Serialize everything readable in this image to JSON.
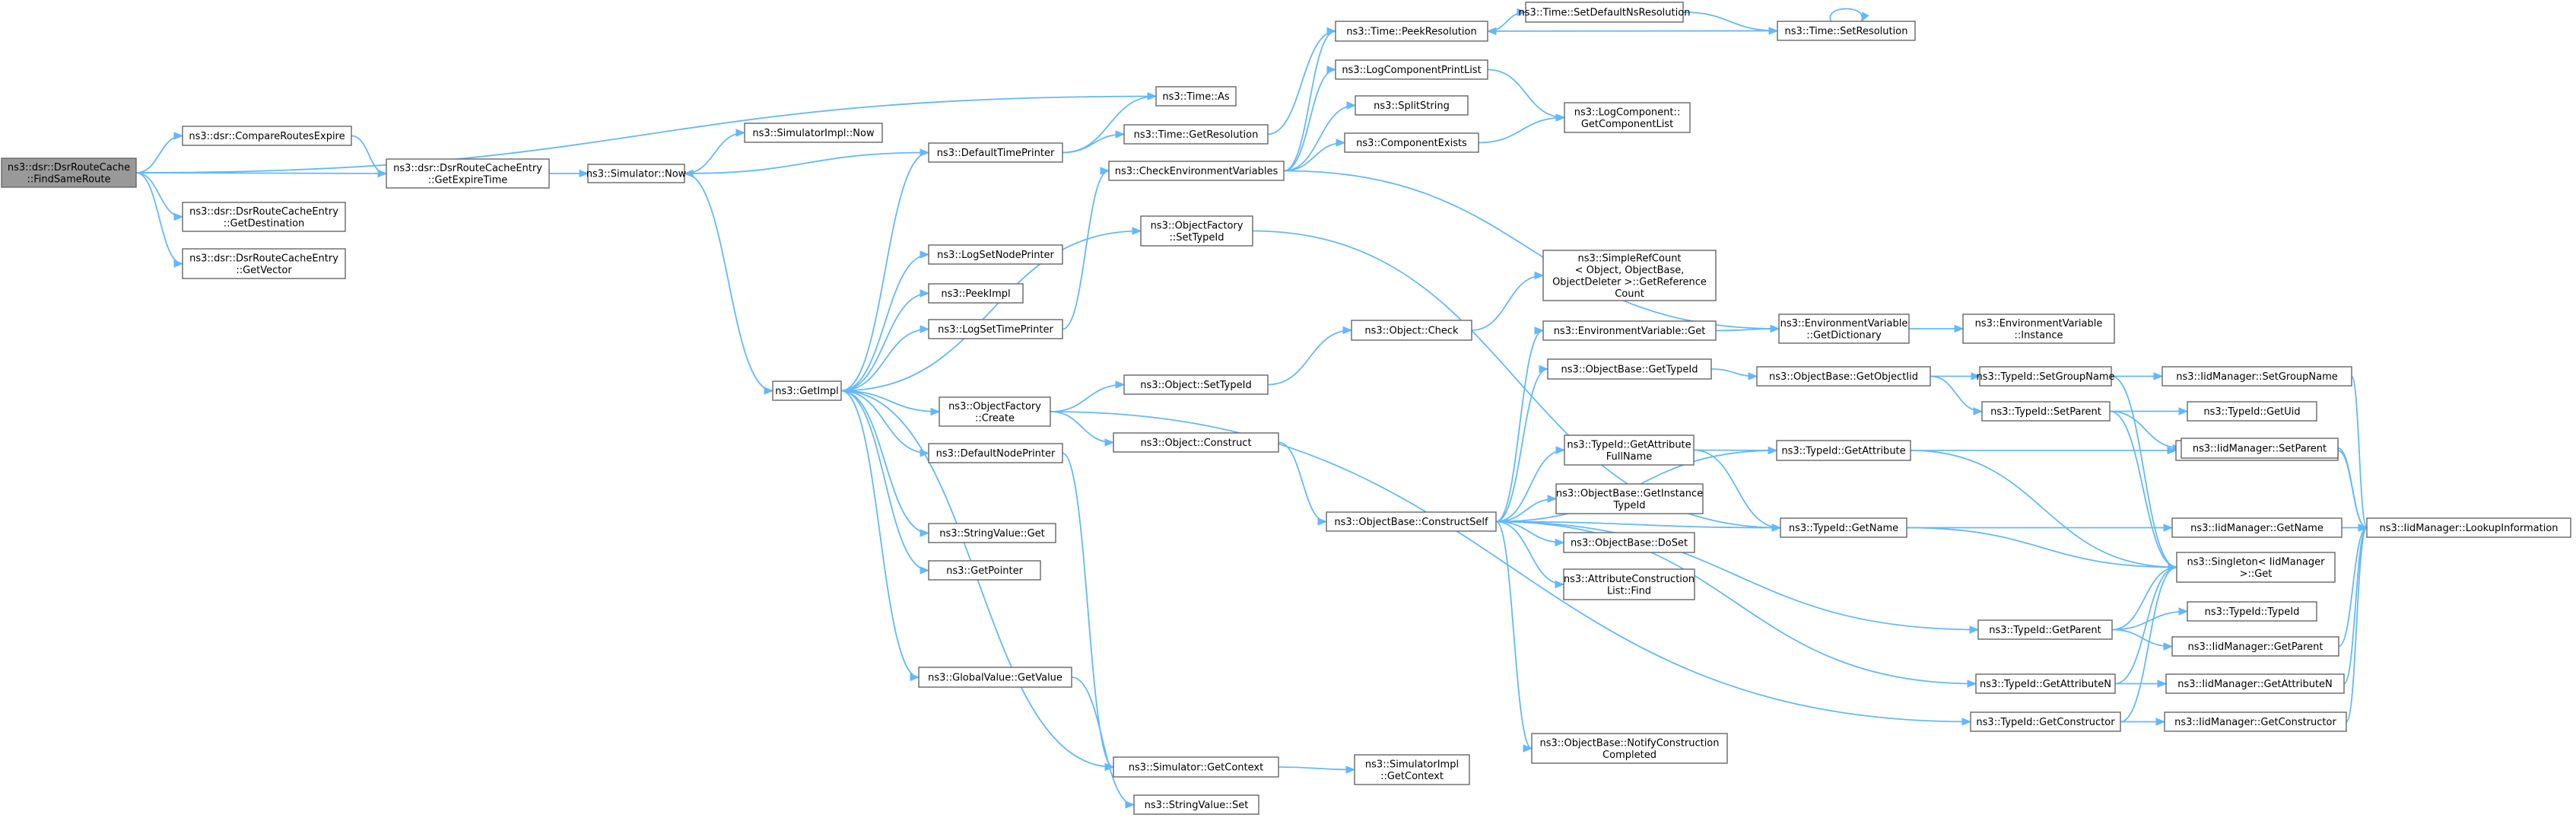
{
  "nodes": [
    {
      "id": "root",
      "lines": [
        "ns3::dsr::DsrRouteCache",
        "::FindSameRoute"
      ],
      "root": true
    },
    {
      "id": "timeAs",
      "lines": [
        "ns3::Time::As"
      ]
    },
    {
      "id": "compareRoutes",
      "lines": [
        "ns3::dsr::CompareRoutesExpire"
      ]
    },
    {
      "id": "getExpireTime",
      "lines": [
        "ns3::dsr::DsrRouteCacheEntry",
        "::GetExpireTime"
      ]
    },
    {
      "id": "getDestination",
      "lines": [
        "ns3::dsr::DsrRouteCacheEntry",
        "::GetDestination"
      ]
    },
    {
      "id": "getVector",
      "lines": [
        "ns3::dsr::DsrRouteCacheEntry",
        "::GetVector"
      ]
    },
    {
      "id": "simNow",
      "lines": [
        "ns3::Simulator::Now"
      ]
    },
    {
      "id": "simImplNow",
      "lines": [
        "ns3::SimulatorImpl::Now"
      ]
    },
    {
      "id": "getImpl",
      "lines": [
        "ns3::GetImpl"
      ]
    },
    {
      "id": "defaultTimePrinter",
      "lines": [
        "ns3::DefaultTimePrinter"
      ]
    },
    {
      "id": "logSetNodePrinter",
      "lines": [
        "ns3::LogSetNodePrinter"
      ]
    },
    {
      "id": "peekImpl",
      "lines": [
        "ns3::PeekImpl"
      ]
    },
    {
      "id": "logSetTimePrinter",
      "lines": [
        "ns3::LogSetTimePrinter"
      ]
    },
    {
      "id": "objFactoryCreate",
      "lines": [
        "ns3::ObjectFactory",
        "::Create"
      ]
    },
    {
      "id": "defaultNodePrinter",
      "lines": [
        "ns3::DefaultNodePrinter"
      ]
    },
    {
      "id": "stringValueGet",
      "lines": [
        "ns3::StringValue::Get"
      ]
    },
    {
      "id": "getPointer",
      "lines": [
        "ns3::GetPointer"
      ]
    },
    {
      "id": "globalValueGetValue",
      "lines": [
        "ns3::GlobalValue::GetValue"
      ]
    },
    {
      "id": "timeGetResolution",
      "lines": [
        "ns3::Time::GetResolution"
      ]
    },
    {
      "id": "checkEnvVars",
      "lines": [
        "ns3::CheckEnvironmentVariables"
      ]
    },
    {
      "id": "objFactorySetTypeId",
      "lines": [
        "ns3::ObjectFactory",
        "::SetTypeId"
      ]
    },
    {
      "id": "objectSetTypeId",
      "lines": [
        "ns3::Object::SetTypeId"
      ]
    },
    {
      "id": "objectConstruct",
      "lines": [
        "ns3::Object::Construct"
      ]
    },
    {
      "id": "simGetContext",
      "lines": [
        "ns3::Simulator::GetContext"
      ]
    },
    {
      "id": "stringValueSet",
      "lines": [
        "ns3::StringValue::Set"
      ]
    },
    {
      "id": "timePeekResolution",
      "lines": [
        "ns3::Time::PeekResolution"
      ]
    },
    {
      "id": "logComponentPrintList",
      "lines": [
        "ns3::LogComponentPrintList"
      ]
    },
    {
      "id": "splitString",
      "lines": [
        "ns3::SplitString"
      ]
    },
    {
      "id": "componentExists",
      "lines": [
        "ns3::ComponentExists"
      ]
    },
    {
      "id": "objectCheck",
      "lines": [
        "ns3::Object::Check"
      ]
    },
    {
      "id": "objBaseConstructSelf",
      "lines": [
        "ns3::ObjectBase::ConstructSelf"
      ]
    },
    {
      "id": "simImplGetContext",
      "lines": [
        "ns3::SimulatorImpl",
        "::GetContext"
      ]
    },
    {
      "id": "timeSetDefaultNsRes",
      "lines": [
        "ns3::Time::SetDefaultNsResolution"
      ]
    },
    {
      "id": "timeSetResolution",
      "lines": [
        "ns3::Time::SetResolution"
      ]
    },
    {
      "id": "logCompGetList",
      "lines": [
        "ns3::LogComponent::",
        "GetComponentList"
      ]
    },
    {
      "id": "simpleRefCount",
      "lines": [
        "ns3::SimpleRefCount",
        "< Object, ObjectBase,",
        "ObjectDeleter >::GetReference",
        "Count"
      ]
    },
    {
      "id": "envVarGet",
      "lines": [
        "ns3::EnvironmentVariable::Get"
      ]
    },
    {
      "id": "objBaseGetTypeId",
      "lines": [
        "ns3::ObjectBase::GetTypeId"
      ]
    },
    {
      "id": "typeIdGetAttrFullName",
      "lines": [
        "ns3::TypeId::GetAttribute",
        "FullName"
      ]
    },
    {
      "id": "objBaseGetInstanceTypeId",
      "lines": [
        "ns3::ObjectBase::GetInstance",
        "TypeId"
      ]
    },
    {
      "id": "objBaseDoSet",
      "lines": [
        "ns3::ObjectBase::DoSet"
      ]
    },
    {
      "id": "attrConstructionListFind",
      "lines": [
        "ns3::AttributeConstruction",
        "List::Find"
      ]
    },
    {
      "id": "objBaseNotifyConstruction",
      "lines": [
        "ns3::ObjectBase::NotifyConstruction",
        "Completed"
      ]
    },
    {
      "id": "envVarGetDictionary",
      "lines": [
        "ns3::EnvironmentVariable",
        "::GetDictionary"
      ]
    },
    {
      "id": "envVarInstance",
      "lines": [
        "ns3::EnvironmentVariable",
        "::Instance"
      ]
    },
    {
      "id": "objBaseGetObjectIid",
      "lines": [
        "ns3::ObjectBase::GetObjectIid"
      ]
    },
    {
      "id": "typeIdGetAttribute",
      "lines": [
        "ns3::TypeId::GetAttribute"
      ]
    },
    {
      "id": "typeIdGetName",
      "lines": [
        "ns3::TypeId::GetName"
      ]
    },
    {
      "id": "typeIdGetParent",
      "lines": [
        "ns3::TypeId::GetParent"
      ]
    },
    {
      "id": "typeIdGetAttributeN",
      "lines": [
        "ns3::TypeId::GetAttributeN"
      ]
    },
    {
      "id": "typeIdGetConstructor",
      "lines": [
        "ns3::TypeId::GetConstructor"
      ]
    },
    {
      "id": "typeIdSetGroupName",
      "lines": [
        "ns3::TypeId::SetGroupName"
      ]
    },
    {
      "id": "typeIdSetParent",
      "lines": [
        "ns3::TypeId::SetParent"
      ]
    },
    {
      "id": "iidMgrGetAttribute",
      "lines": [
        "ns3::IidManager::GetAttribute"
      ]
    },
    {
      "id": "iidMgrGetName",
      "lines": [
        "ns3::IidManager::GetName"
      ]
    },
    {
      "id": "iidMgrSetGroupName",
      "lines": [
        "ns3::IidManager::SetGroupName"
      ]
    },
    {
      "id": "typeIdGetUid",
      "lines": [
        "ns3::TypeId::GetUid"
      ]
    },
    {
      "id": "iidMgrSetParent",
      "lines": [
        "ns3::IidManager::SetParent"
      ]
    },
    {
      "id": "singletonGet",
      "lines": [
        "ns3::Singleton< IidManager",
        " >::Get"
      ]
    },
    {
      "id": "typeIdTypeId",
      "lines": [
        "ns3::TypeId::TypeId"
      ]
    },
    {
      "id": "iidMgrGetParent",
      "lines": [
        "ns3::IidManager::GetParent"
      ]
    },
    {
      "id": "iidMgrGetAttributeN",
      "lines": [
        "ns3::IidManager::GetAttributeN"
      ]
    },
    {
      "id": "iidMgrGetConstructor",
      "lines": [
        "ns3::IidManager::GetConstructor"
      ]
    },
    {
      "id": "iidMgrLookupInfo",
      "lines": [
        "ns3::IidManager::LookupInformation"
      ]
    }
  ],
  "edges": [
    [
      "root",
      "timeAs"
    ],
    [
      "root",
      "compareRoutes"
    ],
    [
      "root",
      "getExpireTime"
    ],
    [
      "root",
      "getDestination"
    ],
    [
      "root",
      "getVector"
    ],
    [
      "compareRoutes",
      "getExpireTime"
    ],
    [
      "getExpireTime",
      "simNow"
    ],
    [
      "simNow",
      "simImplNow"
    ],
    [
      "simNow",
      "getImpl"
    ],
    [
      "defaultTimePrinter",
      "simNow"
    ],
    [
      "getImpl",
      "defaultTimePrinter"
    ],
    [
      "getImpl",
      "logSetNodePrinter"
    ],
    [
      "getImpl",
      "peekImpl"
    ],
    [
      "getImpl",
      "logSetTimePrinter"
    ],
    [
      "getImpl",
      "objFactoryCreate"
    ],
    [
      "getImpl",
      "defaultNodePrinter"
    ],
    [
      "getImpl",
      "stringValueGet"
    ],
    [
      "getImpl",
      "getPointer"
    ],
    [
      "getImpl",
      "globalValueGetValue"
    ],
    [
      "getImpl",
      "objFactorySetTypeId"
    ],
    [
      "getImpl",
      "simGetContext"
    ],
    [
      "defaultTimePrinter",
      "timeAs"
    ],
    [
      "defaultTimePrinter",
      "timeGetResolution"
    ],
    [
      "logSetTimePrinter",
      "checkEnvVars"
    ],
    [
      "objFactoryCreate",
      "objectSetTypeId"
    ],
    [
      "objFactoryCreate",
      "objectConstruct"
    ],
    [
      "objFactoryCreate",
      "typeIdGetConstructor"
    ],
    [
      "defaultNodePrinter",
      "simGetContext"
    ],
    [
      "globalValueGetValue",
      "stringValueSet"
    ],
    [
      "timeGetResolution",
      "timePeekResolution"
    ],
    [
      "checkEnvVars",
      "logComponentPrintList"
    ],
    [
      "checkEnvVars",
      "splitString"
    ],
    [
      "checkEnvVars",
      "componentExists"
    ],
    [
      "checkEnvVars",
      "timePeekResolution"
    ],
    [
      "checkEnvVars",
      "envVarGetDictionary"
    ],
    [
      "objFactorySetTypeId",
      "typeIdGetName"
    ],
    [
      "objectSetTypeId",
      "objectCheck"
    ],
    [
      "objectConstruct",
      "objBaseConstructSelf"
    ],
    [
      "simGetContext",
      "simImplGetContext"
    ],
    [
      "timePeekResolution",
      "timeSetDefaultNsRes"
    ],
    [
      "timeSetDefaultNsRes",
      "timeSetResolution"
    ],
    [
      "timeSetResolution",
      "timePeekResolution"
    ],
    [
      "timeSetResolution",
      "timeSetResolution"
    ],
    [
      "logComponentPrintList",
      "logCompGetList"
    ],
    [
      "componentExists",
      "logCompGetList"
    ],
    [
      "objectCheck",
      "simpleRefCount"
    ],
    [
      "objBaseConstructSelf",
      "envVarGet"
    ],
    [
      "objBaseConstructSelf",
      "objBaseGetTypeId"
    ],
    [
      "objBaseConstructSelf",
      "typeIdGetAttrFullName"
    ],
    [
      "objBaseConstructSelf",
      "objBaseGetInstanceTypeId"
    ],
    [
      "objBaseConstructSelf",
      "objBaseDoSet"
    ],
    [
      "objBaseConstructSelf",
      "attrConstructionListFind"
    ],
    [
      "objBaseConstructSelf",
      "objBaseNotifyConstruction"
    ],
    [
      "objBaseConstructSelf",
      "typeIdGetAttribute"
    ],
    [
      "objBaseConstructSelf",
      "typeIdGetName"
    ],
    [
      "objBaseConstructSelf",
      "typeIdGetParent"
    ],
    [
      "objBaseConstructSelf",
      "typeIdGetAttributeN"
    ],
    [
      "envVarGet",
      "envVarGetDictionary"
    ],
    [
      "envVarGetDictionary",
      "envVarInstance"
    ],
    [
      "objBaseGetTypeId",
      "objBaseGetObjectIid"
    ],
    [
      "typeIdGetAttrFullName",
      "typeIdGetAttribute"
    ],
    [
      "typeIdGetAttrFullName",
      "typeIdGetName"
    ],
    [
      "objBaseGetObjectIid",
      "typeIdSetGroupName"
    ],
    [
      "objBaseGetObjectIid",
      "typeIdSetParent"
    ],
    [
      "typeIdGetAttribute",
      "iidMgrGetAttribute"
    ],
    [
      "typeIdGetAttribute",
      "singletonGet"
    ],
    [
      "typeIdGetName",
      "iidMgrGetName"
    ],
    [
      "typeIdGetName",
      "singletonGet"
    ],
    [
      "typeIdGetParent",
      "singletonGet"
    ],
    [
      "typeIdGetParent",
      "typeIdTypeId"
    ],
    [
      "typeIdGetParent",
      "iidMgrGetParent"
    ],
    [
      "typeIdGetAttributeN",
      "singletonGet"
    ],
    [
      "typeIdGetAttributeN",
      "iidMgrGetAttributeN"
    ],
    [
      "typeIdGetConstructor",
      "singletonGet"
    ],
    [
      "typeIdGetConstructor",
      "iidMgrGetConstructor"
    ],
    [
      "typeIdSetGroupName",
      "iidMgrSetGroupName"
    ],
    [
      "typeIdSetGroupName",
      "singletonGet"
    ],
    [
      "typeIdSetParent",
      "typeIdGetUid"
    ],
    [
      "typeIdSetParent",
      "iidMgrSetParent"
    ],
    [
      "typeIdSetParent",
      "singletonGet"
    ],
    [
      "iidMgrGetAttribute",
      "iidMgrLookupInfo"
    ],
    [
      "iidMgrGetName",
      "iidMgrLookupInfo"
    ],
    [
      "iidMgrSetGroupName",
      "iidMgrLookupInfo"
    ],
    [
      "iidMgrSetParent",
      "iidMgrLookupInfo"
    ],
    [
      "iidMgrGetParent",
      "iidMgrLookupInfo"
    ],
    [
      "iidMgrGetAttributeN",
      "iidMgrLookupInfo"
    ],
    [
      "iidMgrGetConstructor",
      "iidMgrLookupInfo"
    ]
  ]
}
